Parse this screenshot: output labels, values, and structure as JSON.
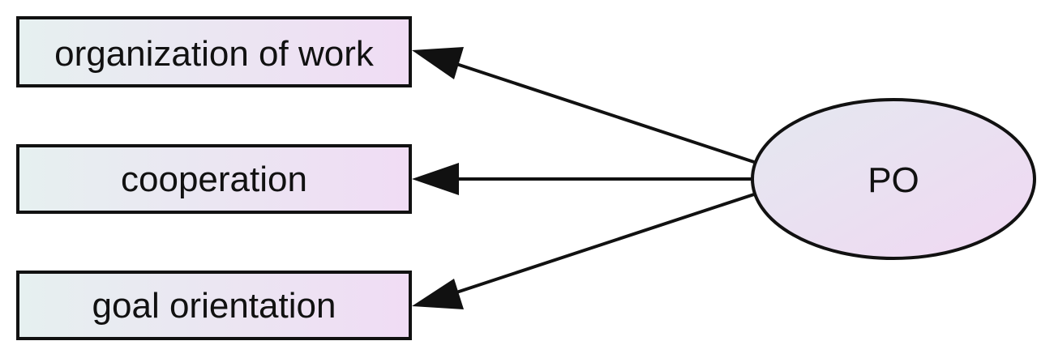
{
  "diagram": {
    "latent": {
      "label": "PO"
    },
    "indicators": [
      {
        "label": "organization of work"
      },
      {
        "label": "cooperation"
      },
      {
        "label": "goal orientation"
      }
    ]
  },
  "colors": {
    "fill_start": "#e6f0f0",
    "fill_end": "#f0dcf4",
    "stroke": "#111111"
  }
}
